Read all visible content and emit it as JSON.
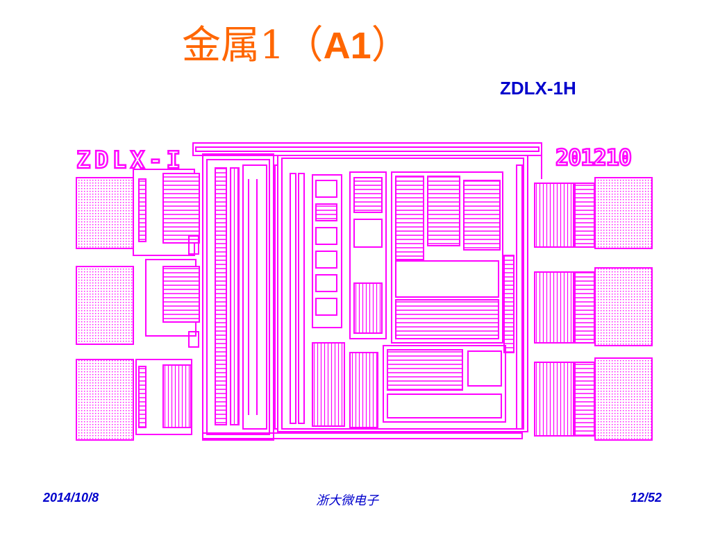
{
  "slide": {
    "title_cn": "金属1",
    "title_open_paren": "（",
    "title_code": "A1",
    "title_close_paren": "）",
    "chip_name": "ZDLX-1H"
  },
  "layout": {
    "label_left": "ZDLX-I",
    "label_right": "201210",
    "color": "#ff00ff"
  },
  "footer": {
    "date": "2014/10/8",
    "organization": "浙大微电子",
    "page": "12/52"
  },
  "colors": {
    "title": "#ff6600",
    "accent": "#0000cc",
    "metal": "#ff00ff"
  }
}
